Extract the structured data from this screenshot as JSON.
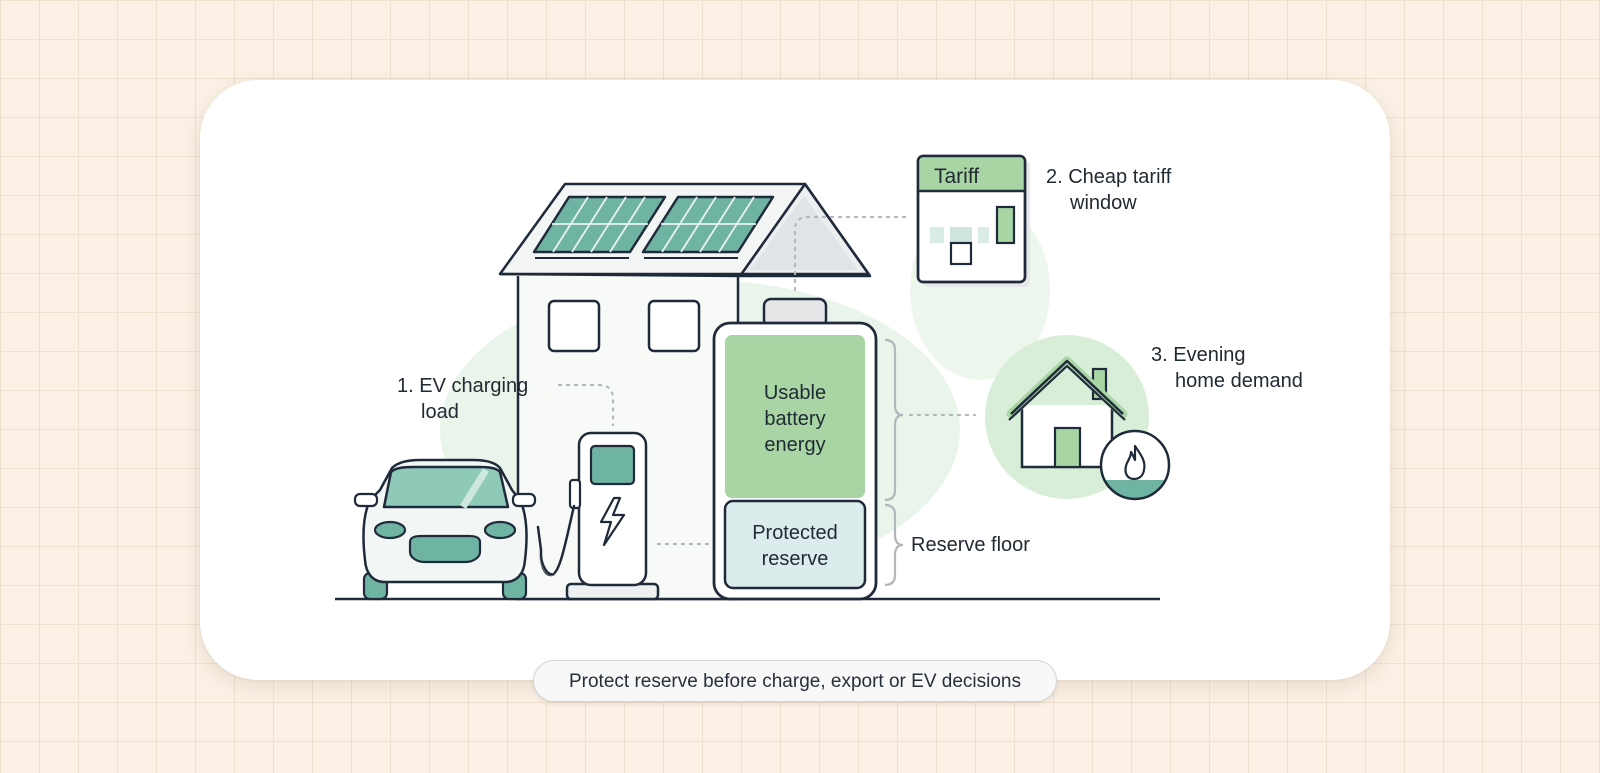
{
  "callouts": {
    "ev_load": {
      "lines": [
        "1. EV charging",
        "load"
      ]
    },
    "tariff_window": {
      "lines": [
        "2. Cheap tariff",
        "window"
      ]
    },
    "evening_demand": {
      "lines": [
        "3. Evening",
        "home demand"
      ]
    },
    "reserve_floor": {
      "lines": [
        "Reserve floor"
      ]
    }
  },
  "tariff_card": {
    "title": "Tariff"
  },
  "battery": {
    "usable": {
      "lines": [
        "Usable",
        "battery",
        "energy"
      ]
    },
    "reserve": {
      "lines": [
        "Protected",
        "reserve"
      ]
    }
  },
  "caption": "Protect reserve before charge, export or EV decisions",
  "icons": [
    "solar-panel-icon",
    "house-icon",
    "home-battery-icon",
    "ev-charger-icon",
    "lightning-bolt-icon",
    "car-icon",
    "tariff-calendar-icon",
    "home-demand-icon",
    "flame-icon"
  ],
  "colors": {
    "background": "#fbf1e6",
    "outline": "#1f2a3a",
    "green_light": "#a9d5a4",
    "green_teal": "#6fb3a2",
    "reserve_fill": "#dcecec"
  }
}
